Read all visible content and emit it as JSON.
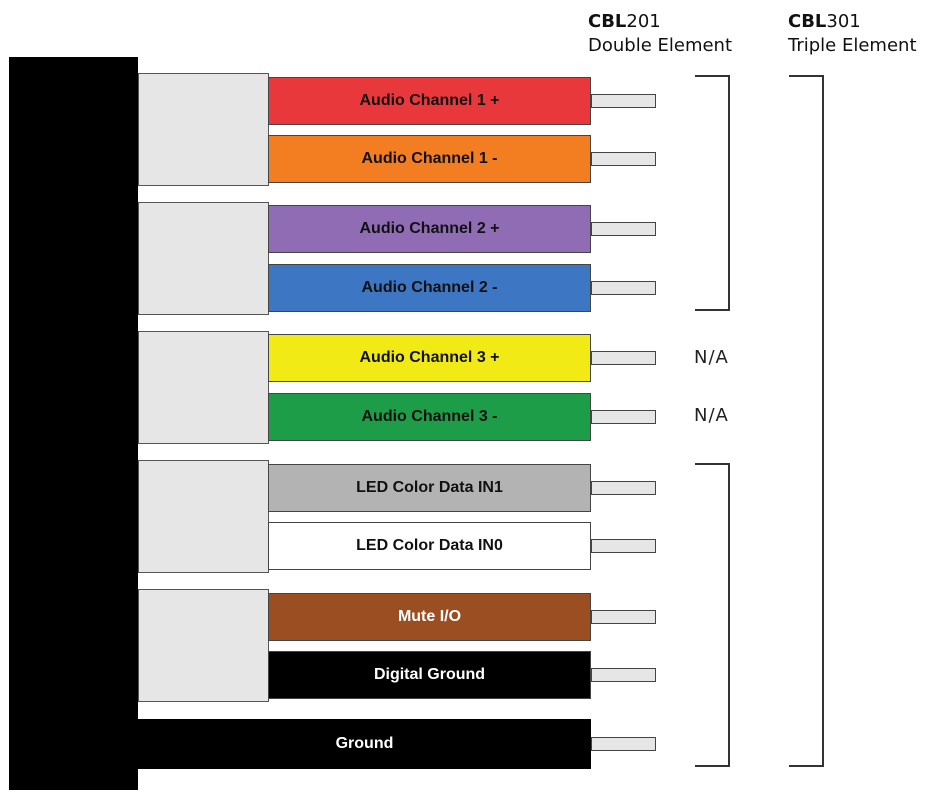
{
  "headers": {
    "cbl201": {
      "code_bold": "CBL",
      "code_rest": "201",
      "subtitle": "Double Element"
    },
    "cbl301": {
      "code_bold": "CBL",
      "code_rest": "301",
      "subtitle": "Triple Element"
    }
  },
  "wires": [
    {
      "label": "Audio Channel 1 +",
      "color": "#e8383b",
      "text_color": "#111111"
    },
    {
      "label": "Audio Channel 1 -",
      "color": "#f37e22",
      "text_color": "#111111"
    },
    {
      "label": "Audio Channel 2 +",
      "color": "#8f6cb4",
      "text_color": "#111111"
    },
    {
      "label": "Audio Channel 2 -",
      "color": "#3d76c2",
      "text_color": "#111111"
    },
    {
      "label": "Audio Channel 3 +",
      "color": "#f1ea14",
      "text_color": "#111111"
    },
    {
      "label": "Audio Channel 3 -",
      "color": "#1e9d48",
      "text_color": "#111111"
    },
    {
      "label": "LED Color Data IN1",
      "color": "#b3b3b3",
      "text_color": "#111111"
    },
    {
      "label": "LED Color Data IN0",
      "color": "#ffffff",
      "text_color": "#111111"
    },
    {
      "label": "Mute I/O",
      "color": "#9a4e21",
      "text_color": "#ffffff"
    },
    {
      "label": "Digital Ground",
      "color": "#000000",
      "text_color": "#ffffff"
    },
    {
      "label": "Ground",
      "color": "#000000",
      "text_color": "#ffffff"
    }
  ],
  "na_labels": {
    "ch3_plus": "N/A",
    "ch3_minus": "N/A"
  }
}
